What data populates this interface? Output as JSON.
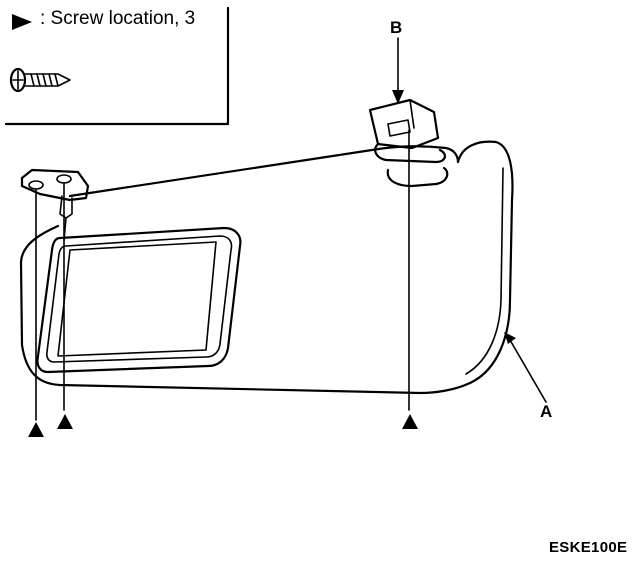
{
  "legend": {
    "text": ": Screw location, 3",
    "marker_icon": "filled-triangle-marker-icon",
    "screw_icon": "screw-icon"
  },
  "callouts": {
    "a": "A",
    "b": "B"
  },
  "figure_code": "ESKE100E",
  "screw_markers": 3,
  "colors": {
    "ink": "#000000",
    "background": "#ffffff"
  }
}
